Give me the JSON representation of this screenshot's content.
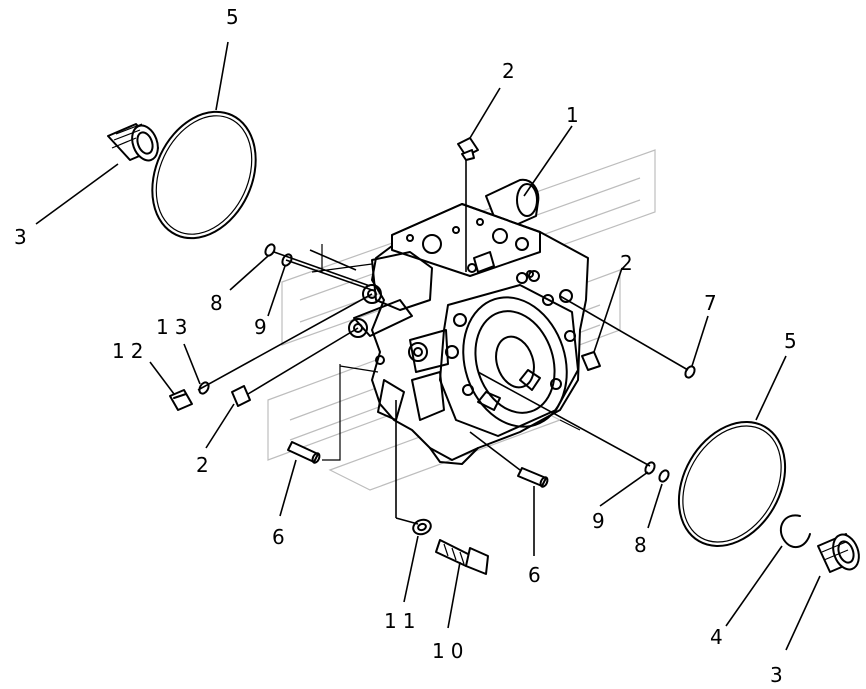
{
  "diagram": {
    "callouts": {
      "c1": "1",
      "c2_top": "2",
      "c2_left": "2",
      "c2_right": "2",
      "c3_left": "3",
      "c3_right": "3",
      "c4": "4",
      "c5_left": "5",
      "c5_right": "5",
      "c6_left": "6",
      "c6_right": "6",
      "c7": "7",
      "c8_left": "8",
      "c8_right": "8",
      "c9_left": "9",
      "c9_right": "9",
      "c10": "10",
      "c11": "11",
      "c12": "12",
      "c13": "13"
    }
  }
}
